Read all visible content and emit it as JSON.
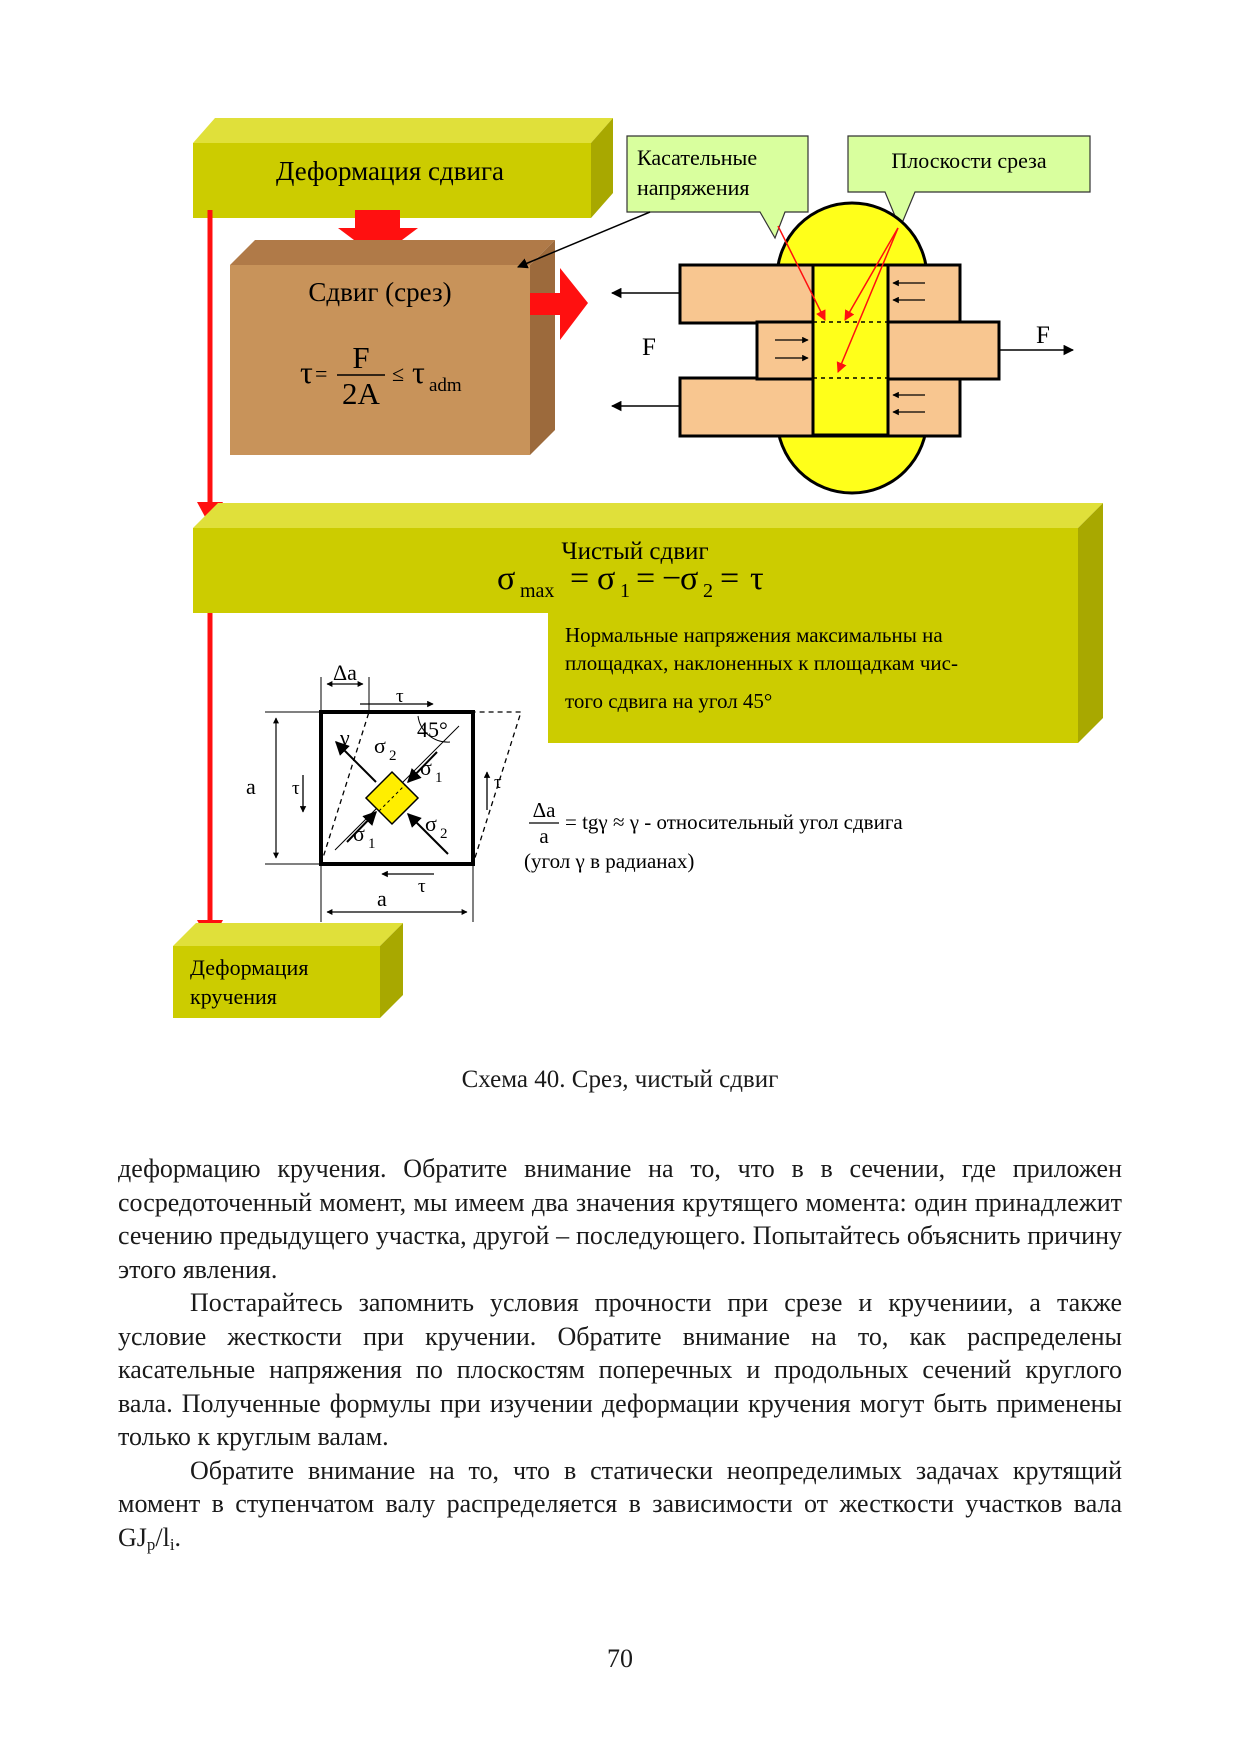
{
  "diagram": {
    "box_deformation_shear": "Деформация сдвига",
    "box_shear_cut": "Сдвиг (срез)",
    "formula_tau": "τ",
    "formula_eq": "=",
    "formula_num": "F",
    "formula_den": "2A",
    "formula_le": "≤",
    "formula_tau_adm_sym": "τ",
    "formula_tau_adm_sub": "adm",
    "callout_tangential_line1": "Касательные",
    "callout_tangential_line2": "напряжения",
    "callout_planes": "Плоскости среза",
    "force_left": "F",
    "force_right": "F",
    "box_pure_shear_title": "Чистый сдвиг",
    "pure_shear_formula": {
      "sigma_max": "σ",
      "sub_max": "max",
      "eq1": "=",
      "sigma1": "σ",
      "sub1": "1",
      "eq2": "=",
      "minus": "−",
      "sigma2": "σ",
      "sub2": "2",
      "eq3": "=",
      "tau": "τ"
    },
    "normal_stress_note": [
      "Нормальные напряжения максимальны на",
      "площадках, наклоненных к площадкам чис-",
      "того сдвига на угол 45°"
    ],
    "element": {
      "delta_a": "Δa",
      "tau_top": "τ",
      "angle_45": "45°",
      "gamma": "γ",
      "sigma2_top": "σ",
      "sigma2_top_sub": "2",
      "sigma1_right": "σ",
      "sigma1_right_sub": "1",
      "side_a_left": "a",
      "tau_left": "τ",
      "tau_right": "τ",
      "sigma2_bottom": "σ",
      "sigma2_bottom_sub": "2",
      "sigma1_bottom": "σ",
      "sigma1_bottom_sub": "1",
      "tau_bottom": "τ",
      "side_a_bottom": "a"
    },
    "strain_formula": {
      "num": "Δa",
      "den": "a",
      "rest": "= tgγ ≈ γ - относительный угол сдвига",
      "note": "(угол γ в радианах)"
    },
    "box_torsion_line1": "Деформация",
    "box_torsion_line2": "кручения"
  },
  "caption": "Схема 40. Срез, чистый сдвиг",
  "paragraphs": {
    "p1": "деформацию кручения. Обратите внимание на то, что в в сечении, где приложен сосредоточенный момент, мы имеем два значения крутящего момента: один принадлежит сечению предыдущего участка, другой – последующего. Попытайтесь объяснить причину этого явления.",
    "p2": "Постарайтесь запомнить условия прочности при срезе и кручениии, а также условие жесткости при кручении. Обратите внимание на то, как распределены касательные напряжения по плоскостям поперечных и продольных сечений круглого вала. Полученные формулы при изучении деформации кручения могут быть применены только к круглым валам.",
    "p3_main": "Обратите внимание на то, что в статически неопределимых задачах крутящий момент в ступенчатом валу распределяется  в зависимости от жесткости участков вала GJ",
    "p3_sub_p": "p",
    "p3_slash": "/l",
    "p3_sub_i": "i",
    "p3_end": "."
  },
  "page_number": "70",
  "colors": {
    "olive_box": "#cccc00",
    "olive_top": "#e0e03a",
    "olive_side": "#a8a800",
    "tan_box": "#c8935a",
    "tan_top": "#b07a48",
    "tan_side": "#9c6a3c",
    "callout": "#d9ff9e",
    "plank": "#f8c690",
    "bolt": "#ffff1a",
    "arrow_red": "#ff1010",
    "element_yellow": "#ffee00"
  }
}
